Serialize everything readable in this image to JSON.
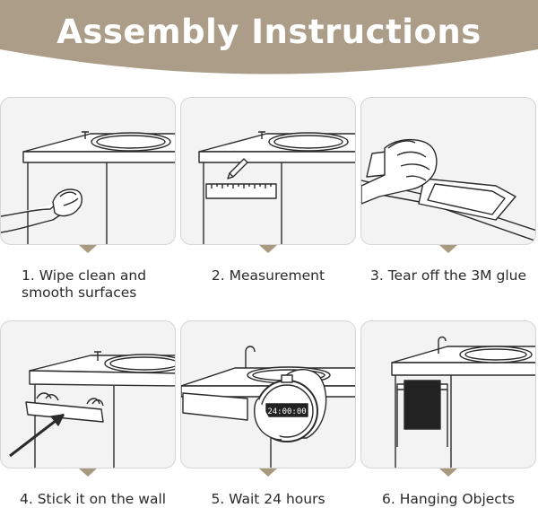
{
  "header": {
    "title": "Assembly Instructions",
    "background_color": "#ab9d88"
  },
  "steps": [
    {
      "label": "1. Wipe clean and\nsmooth surfaces",
      "illustration": "hand-wiping-cabinet"
    },
    {
      "label": "2. Measurement",
      "illustration": "pencil-and-ruler-on-cabinet"
    },
    {
      "label": "3. Tear off the 3M glue",
      "illustration": "hands-peeling-adhesive"
    },
    {
      "label": "4. Stick it on the wall",
      "illustration": "rack-pressed-on-cabinet"
    },
    {
      "label": "5. Wait 24 hours",
      "illustration": "stopwatch-in-hand",
      "timer_display": "24:00:00"
    },
    {
      "label": "6. Hanging Objects",
      "illustration": "towel-hanging-on-rack"
    }
  ]
}
